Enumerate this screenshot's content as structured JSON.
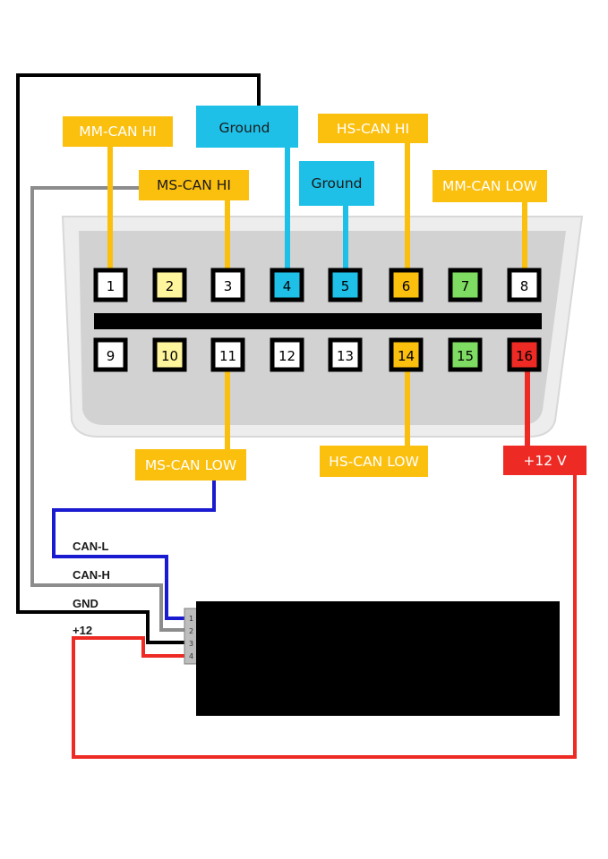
{
  "pins": {
    "p1": {
      "num": "1",
      "fill": "#ffffff"
    },
    "p2": {
      "num": "2",
      "fill": "#fff59d"
    },
    "p3": {
      "num": "3",
      "fill": "#ffffff"
    },
    "p4": {
      "num": "4",
      "fill": "#1ec0e8"
    },
    "p5": {
      "num": "5",
      "fill": "#1ec0e8"
    },
    "p6": {
      "num": "6",
      "fill": "#fbbf0e"
    },
    "p7": {
      "num": "7",
      "fill": "#7fdc62"
    },
    "p8": {
      "num": "8",
      "fill": "#ffffff"
    },
    "p9": {
      "num": "9",
      "fill": "#ffffff"
    },
    "p10": {
      "num": "10",
      "fill": "#fff59d"
    },
    "p11": {
      "num": "11",
      "fill": "#ffffff"
    },
    "p12": {
      "num": "12",
      "fill": "#ffffff"
    },
    "p13": {
      "num": "13",
      "fill": "#ffffff"
    },
    "p14": {
      "num": "14",
      "fill": "#fbbf0e"
    },
    "p15": {
      "num": "15",
      "fill": "#7fdc62"
    },
    "p16": {
      "num": "16",
      "fill": "#ee2a24"
    }
  },
  "tags": {
    "mm_can_hi": "MM-CAN HI",
    "ground_4": "Ground",
    "hs_can_hi": "HS-CAN HI",
    "ms_can_hi": "MS-CAN HI",
    "ground_5": "Ground",
    "mm_can_low": "MM-CAN LOW",
    "ms_can_low": "MS-CAN LOW",
    "hs_can_low": "HS-CAN LOW",
    "plus_12v": "+12 V"
  },
  "wires": {
    "can_l": "CAN-L",
    "can_h": "CAN-H",
    "gnd": "GND",
    "plus12": "+12"
  },
  "connector_pins": [
    "1",
    "2",
    "3",
    "4"
  ],
  "colors": {
    "orange": "#fbbf0e",
    "cyan": "#1ec0e8",
    "red": "#ee2a24",
    "blue": "#1a1ad0",
    "gray": "#8c8c8c",
    "black": "#000000"
  }
}
